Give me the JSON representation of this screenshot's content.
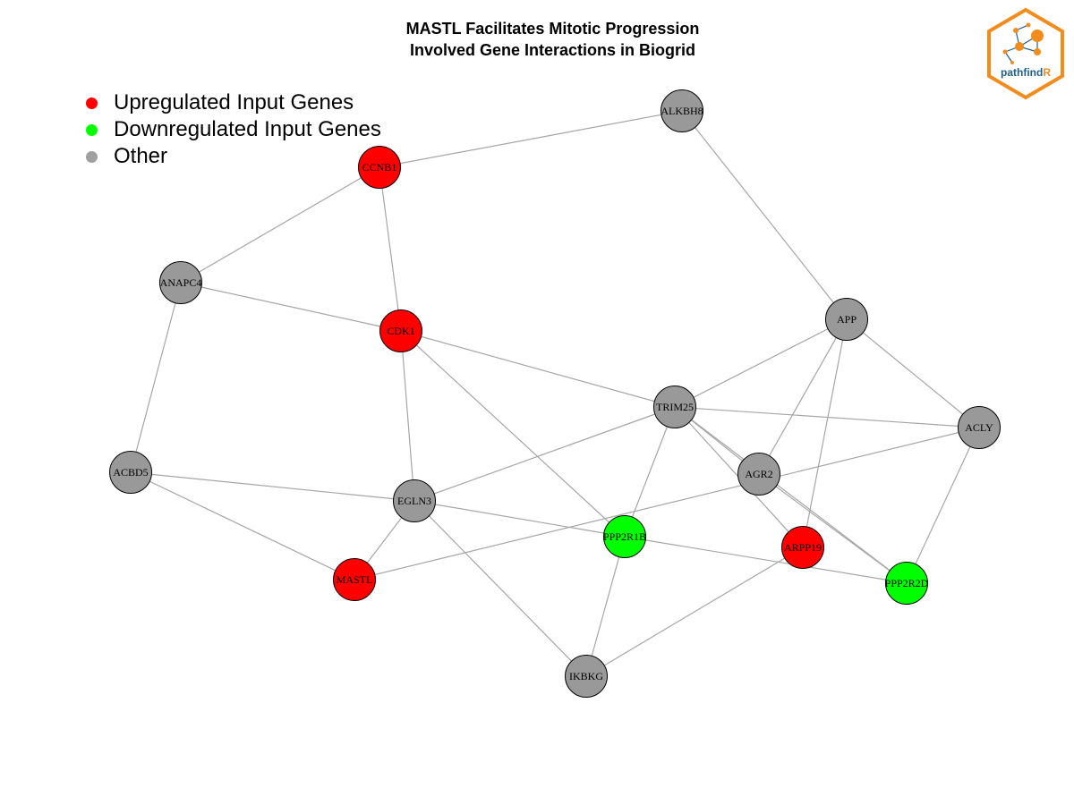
{
  "title": {
    "line1": "MASTL Facilitates Mitotic Progression",
    "line2": "Involved Gene Interactions in Biogrid"
  },
  "legend": [
    {
      "label": "Upregulated Input Genes",
      "color": "#ff0000"
    },
    {
      "label": "Downregulated Input Genes",
      "color": "#00ff00"
    },
    {
      "label": "Other",
      "color": "#a0a0a0"
    }
  ],
  "logo": {
    "text": "pathfindR",
    "border_color": "#f28c1c",
    "accent_color": "#f28c1c",
    "text_color": "#1f5f8b"
  },
  "network": {
    "node_colors": {
      "up": "#ff0000",
      "down": "#00ff00",
      "other": "#999999"
    },
    "edge_color": "#a6a6a6",
    "nodes": [
      {
        "id": "ALKBH8",
        "group": "other"
      },
      {
        "id": "CCNB1",
        "group": "up"
      },
      {
        "id": "ANAPC4",
        "group": "other"
      },
      {
        "id": "CDK1",
        "group": "up"
      },
      {
        "id": "APP",
        "group": "other"
      },
      {
        "id": "TRIM25",
        "group": "other"
      },
      {
        "id": "ACLY",
        "group": "other"
      },
      {
        "id": "ACBD5",
        "group": "other"
      },
      {
        "id": "AGR2",
        "group": "other"
      },
      {
        "id": "EGLN3",
        "group": "other"
      },
      {
        "id": "PPP2R1B",
        "group": "down"
      },
      {
        "id": "ARPP19",
        "group": "up"
      },
      {
        "id": "MASTL",
        "group": "up"
      },
      {
        "id": "PPP2R2D",
        "group": "down"
      },
      {
        "id": "IKBKG",
        "group": "other"
      }
    ],
    "edges": [
      [
        "CCNB1",
        "ALKBH8"
      ],
      [
        "ALKBH8",
        "APP"
      ],
      [
        "CCNB1",
        "ANAPC4"
      ],
      [
        "CCNB1",
        "CDK1"
      ],
      [
        "ANAPC4",
        "CDK1"
      ],
      [
        "ANAPC4",
        "ACBD5"
      ],
      [
        "CDK1",
        "TRIM25"
      ],
      [
        "CDK1",
        "EGLN3"
      ],
      [
        "CDK1",
        "PPP2R1B"
      ],
      [
        "APP",
        "TRIM25"
      ],
      [
        "APP",
        "AGR2"
      ],
      [
        "APP",
        "ARPP19"
      ],
      [
        "APP",
        "ACLY"
      ],
      [
        "TRIM25",
        "ACLY"
      ],
      [
        "TRIM25",
        "AGR2"
      ],
      [
        "TRIM25",
        "EGLN3"
      ],
      [
        "TRIM25",
        "PPP2R1B"
      ],
      [
        "TRIM25",
        "ARPP19"
      ],
      [
        "TRIM25",
        "PPP2R2D"
      ],
      [
        "ACLY",
        "MASTL"
      ],
      [
        "ACLY",
        "PPP2R2D"
      ],
      [
        "AGR2",
        "PPP2R2D"
      ],
      [
        "ACBD5",
        "EGLN3"
      ],
      [
        "ACBD5",
        "MASTL"
      ],
      [
        "EGLN3",
        "MASTL"
      ],
      [
        "EGLN3",
        "PPP2R1B"
      ],
      [
        "EGLN3",
        "IKBKG"
      ],
      [
        "PPP2R1B",
        "PPP2R2D"
      ],
      [
        "PPP2R1B",
        "IKBKG"
      ],
      [
        "ARPP19",
        "IKBKG"
      ]
    ]
  }
}
